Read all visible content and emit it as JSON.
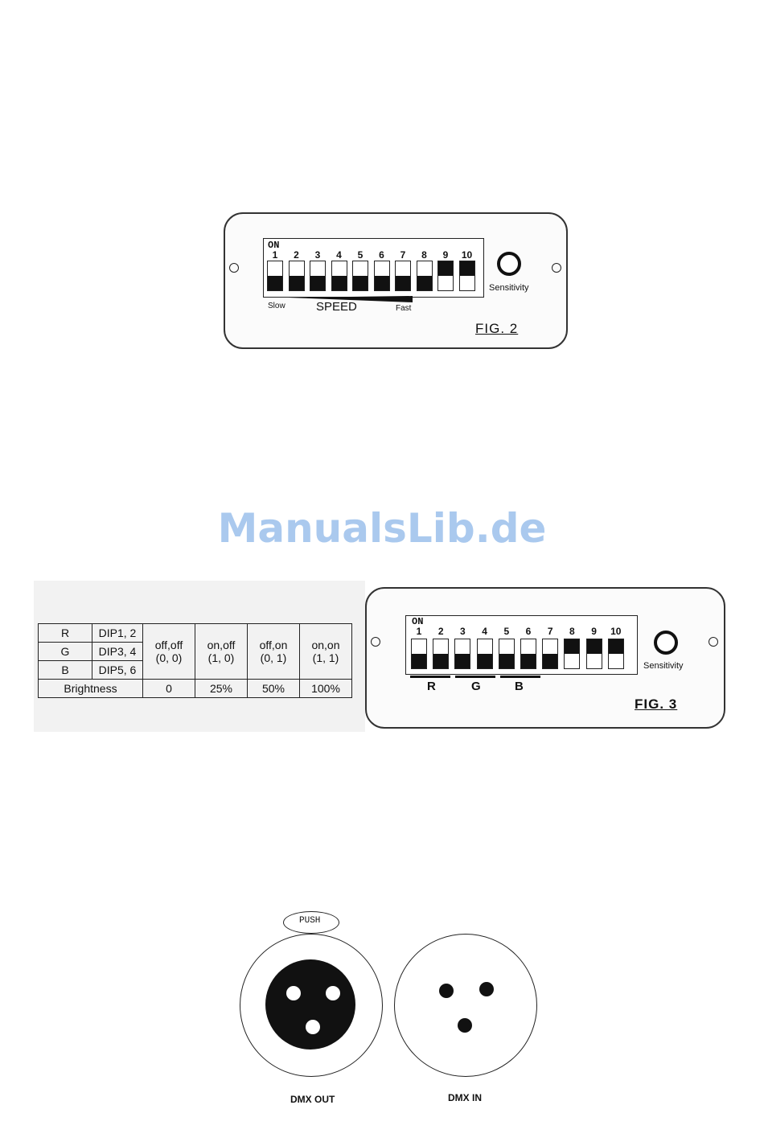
{
  "fig2": {
    "on_label": "ON",
    "numbers": [
      "1",
      "2",
      "3",
      "4",
      "5",
      "6",
      "7",
      "8",
      "9",
      "10"
    ],
    "switch_states": [
      "off",
      "off",
      "off",
      "off",
      "off",
      "off",
      "off",
      "off",
      "on",
      "on"
    ],
    "sensitivity_label": "Sensitivity",
    "slow_label": "Slow",
    "speed_label": "SPEED",
    "fast_label": "Fast",
    "figure_label": "FIG. 2"
  },
  "watermark": "ManualsLib.de",
  "table": {
    "rows": [
      {
        "channel": "R",
        "dips": "DIP1, 2"
      },
      {
        "channel": "G",
        "dips": "DIP3, 4"
      },
      {
        "channel": "B",
        "dips": "DIP5, 6"
      }
    ],
    "columns": [
      {
        "state": "off,off",
        "code": "(0, 0)",
        "brightness": "0"
      },
      {
        "state": "on,off",
        "code": "(1, 0)",
        "brightness": "25%"
      },
      {
        "state": "off,on",
        "code": "(0, 1)",
        "brightness": "50%"
      },
      {
        "state": "on,on",
        "code": "(1, 1)",
        "brightness": "100%"
      }
    ],
    "brightness_label": "Brightness"
  },
  "fig3": {
    "on_label": "ON",
    "numbers": [
      "1",
      "2",
      "3",
      "4",
      "5",
      "6",
      "7",
      "8",
      "9",
      "10"
    ],
    "switch_states": [
      "off",
      "off",
      "off",
      "off",
      "off",
      "off",
      "off",
      "on",
      "on",
      "on"
    ],
    "sensitivity_label": "Sensitivity",
    "group_labels": [
      "R",
      "G",
      "B"
    ],
    "figure_label": "FIG. 3"
  },
  "connectors": {
    "push_label": "PUSH",
    "out_label": "DMX OUT",
    "in_label": "DMX IN"
  }
}
